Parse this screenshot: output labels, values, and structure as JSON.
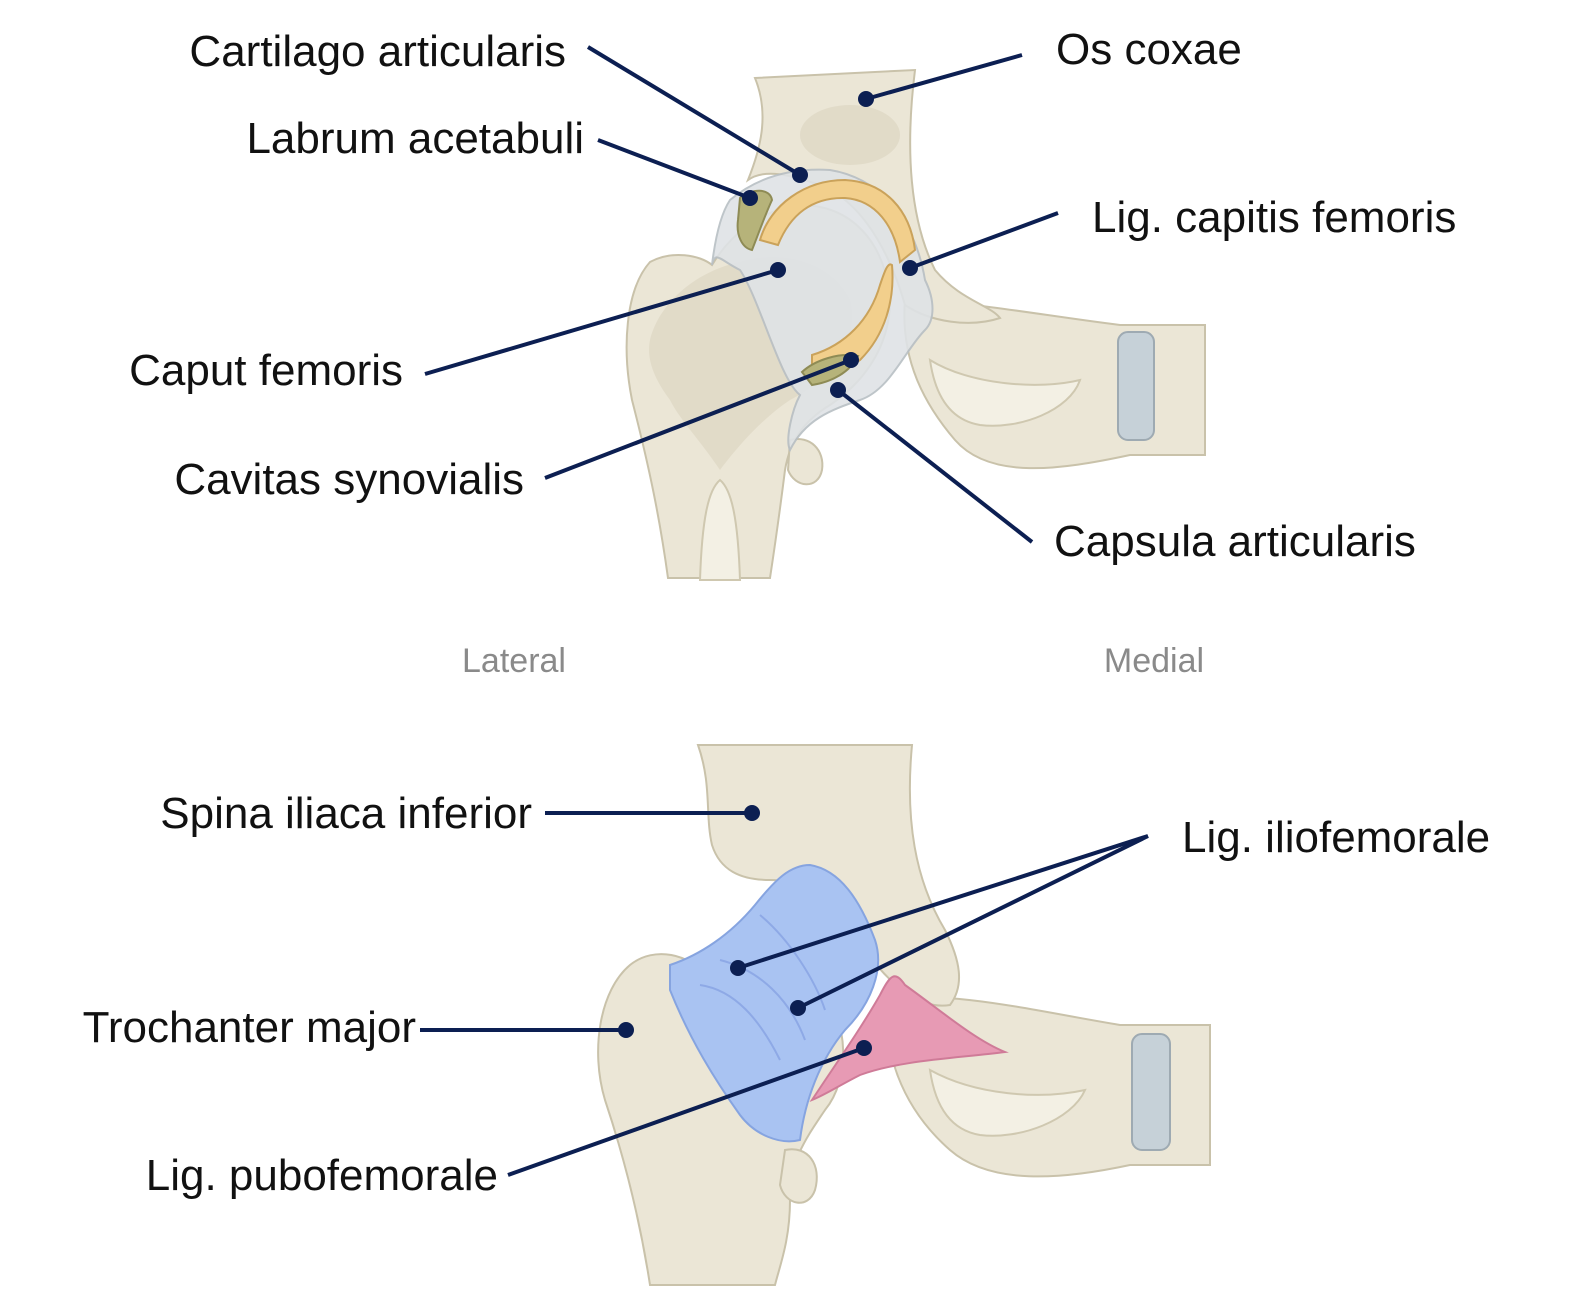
{
  "directions": {
    "lateral": "Lateral",
    "medial": "Medial"
  },
  "labels": {
    "cartilago": "Cartilago articularis",
    "os_coxae": "Os coxae",
    "labrum": "Labrum acetabuli",
    "lig_capitis": "Lig. capitis femoris",
    "caput": "Caput femoris",
    "cavitas": "Cavitas synovialis",
    "capsula": "Capsula articularis",
    "spina": "Spina iliaca inferior",
    "lig_ilio": "Lig. iliofemorale",
    "trochanter": "Trochanter major",
    "lig_pubo": "Lig. pubofemorale"
  },
  "colors": {
    "leader": "#0c1f52",
    "bone": "#ebe6d6",
    "cartilage": "#f2cf8c",
    "iliofemoral_ligament": "#a9c3f2",
    "pubofemoral_ligament": "#e79ab4"
  }
}
